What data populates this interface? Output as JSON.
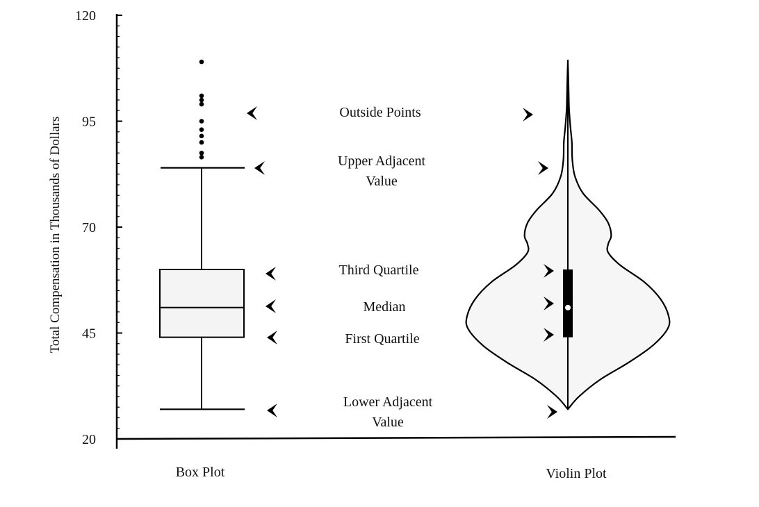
{
  "chart_data": {
    "type": "box-violin",
    "ylabel": "Total Compensation in Thousands of Dollars",
    "ylim": [
      20,
      120
    ],
    "yticks": [
      "20",
      "45",
      "70",
      "95",
      "120"
    ],
    "categories": [
      "Box Plot",
      "Violin Plot"
    ],
    "stats": {
      "lower_adjacent": 27,
      "first_quartile": 44,
      "median": 51,
      "third_quartile": 60,
      "upper_adjacent": 84
    },
    "outside_points": [
      86.5,
      87.5,
      90,
      91.5,
      93,
      95,
      99,
      100,
      101,
      109
    ],
    "annotations": {
      "outside_points": "Outside Points",
      "upper_adjacent": [
        "Upper Adjacent",
        "Value"
      ],
      "third_quartile": "Third Quartile",
      "median": "Median",
      "first_quartile": "First Quartile",
      "lower_adjacent": [
        "Lower Adjacent",
        "Value"
      ]
    },
    "violin_density": [
      [
        27,
        0.0
      ],
      [
        30,
        0.55
      ],
      [
        34,
        1.6
      ],
      [
        38,
        3.0
      ],
      [
        42,
        4.2
      ],
      [
        46,
        4.95
      ],
      [
        49,
        5.0
      ],
      [
        53,
        4.6
      ],
      [
        57,
        3.8
      ],
      [
        61,
        2.6
      ],
      [
        64,
        2.0
      ],
      [
        66,
        2.0
      ],
      [
        68,
        2.15
      ],
      [
        71,
        2.0
      ],
      [
        74,
        1.55
      ],
      [
        78,
        0.75
      ],
      [
        82,
        0.35
      ],
      [
        86,
        0.22
      ],
      [
        90,
        0.2
      ],
      [
        94,
        0.12
      ],
      [
        98,
        0.06
      ],
      [
        102,
        0.04
      ],
      [
        106,
        0.02
      ],
      [
        109,
        0.0
      ]
    ]
  }
}
